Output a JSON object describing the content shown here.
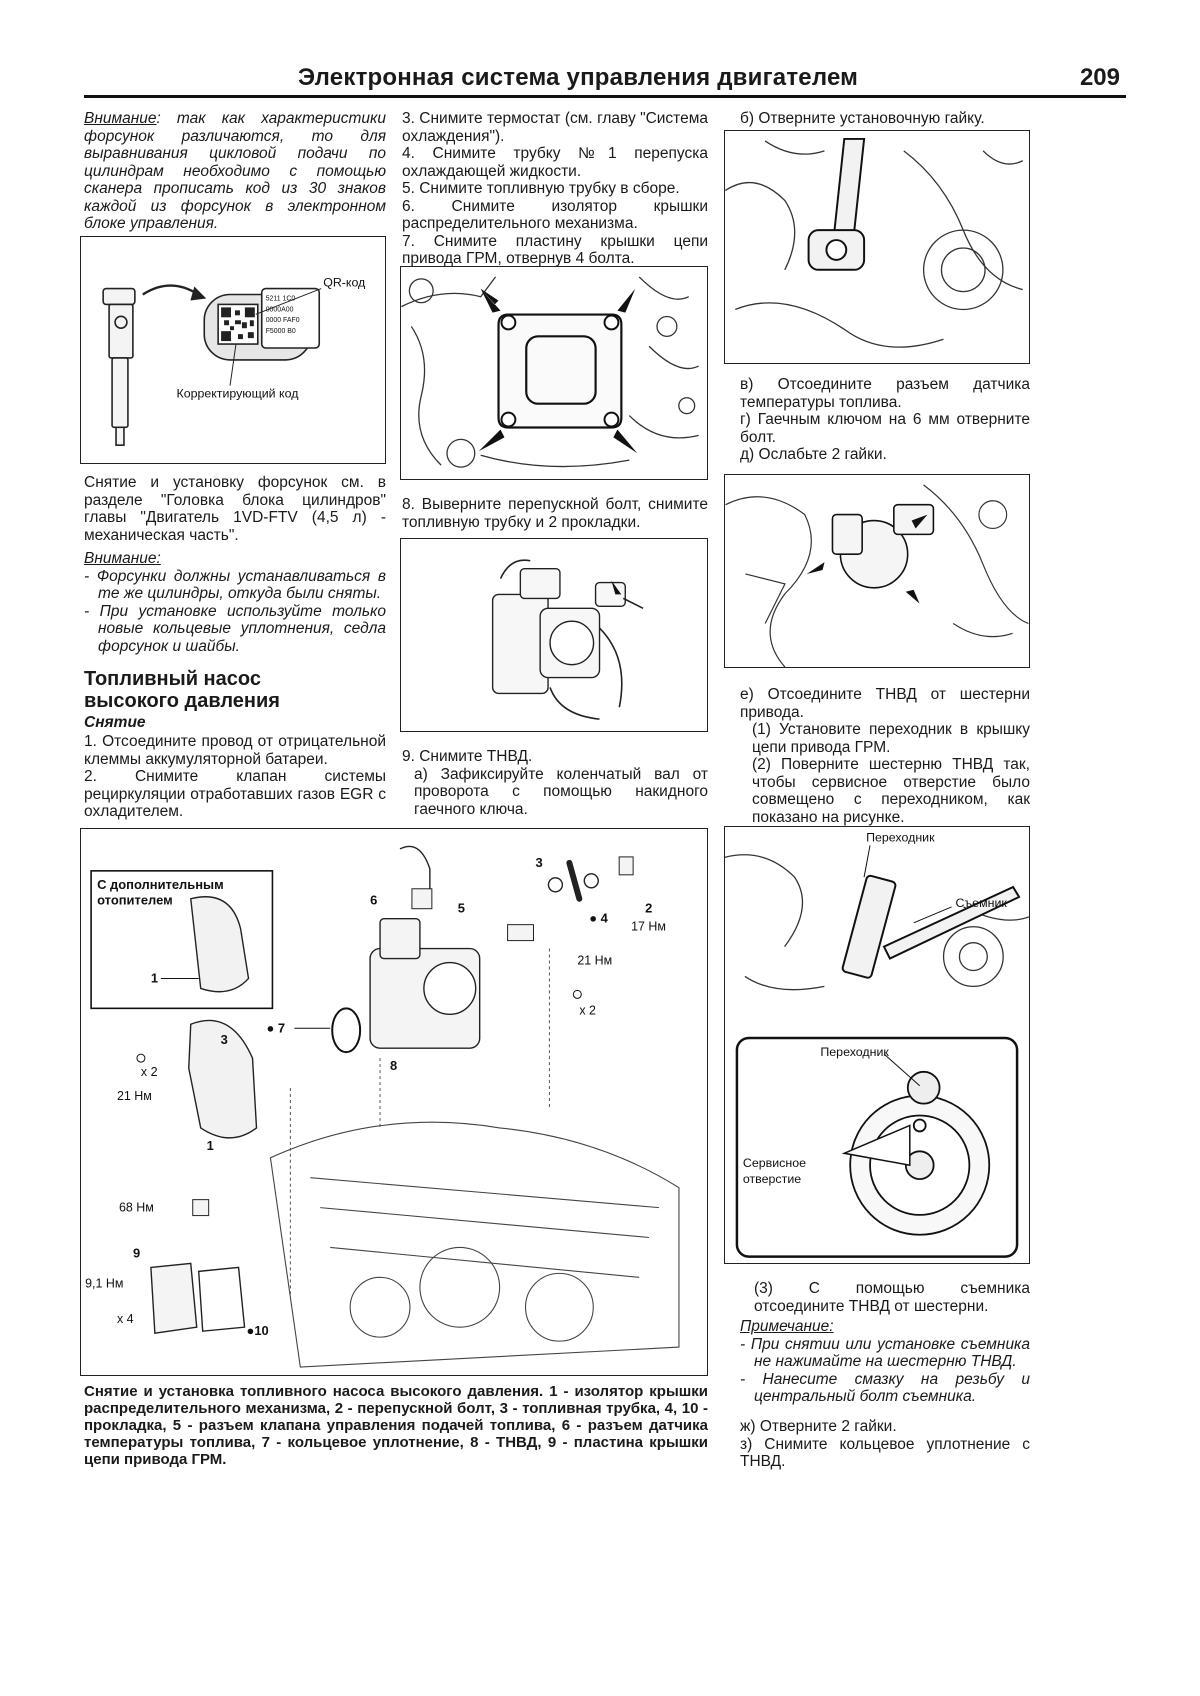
{
  "header": {
    "title": "Электронная система управления двигателем",
    "page_number": "209"
  },
  "col1": {
    "note_label": "Внимание",
    "note_text": ": так как характеристики форсунок различаются, то для выравнивания цикловой подачи по цилиндрам необходимо с помощью сканера прописать код из 30 знаков каждой из форсунок в электронном блоке управления.",
    "fig_qr": {
      "qr_label": "QR-код",
      "code_label": "Корректирующий код",
      "chip_lines": [
        "5211 1C0",
        "0000A00",
        "0000 FAF0",
        "F5000 B0"
      ]
    },
    "para1": "Снятие и установку форсунок см. в разделе \"Головка блока цилиндров\" главы \"Двигатель 1VD-FTV (4,5 л) - механическая часть\".",
    "note2_label": "Внимание",
    "note2_items": [
      "Форсунки должны устанавливаться в те же цилиндры, откуда были сняты.",
      "При установке используйте только новые кольцевые уплотнения, седла форсунок и шайбы."
    ],
    "section_title_1": "Топливный насос",
    "section_title_2": "высокого давления",
    "subsection": "Снятие",
    "steps": [
      "1. Отсоедините провод от отрицательной клеммы аккумуляторной батареи.",
      "2. Снимите клапан системы рециркуляции отработавших газов EGR с охладителем."
    ]
  },
  "col2": {
    "steps": [
      "3. Снимите термостат (см. главу \"Система охлаждения\").",
      "4. Снимите трубку №1 перепуска охлаждающей жидкости.",
      "5. Снимите топливную трубку в сборе.",
      "6. Снимите изолятор крышки распределительного механизма.",
      "7. Снимите пластину крышки цепи привода ГРМ, отвернув 4 болта."
    ],
    "step8": "8. Выверните перепускной болт, снимите топливную трубку и 2 прокладки.",
    "step9": "9. Снимите ТНВД.",
    "step9a": "а) Зафиксируйте коленчатый вал от проворота с помощью накидного гаечного ключа."
  },
  "col3": {
    "step_b": "б) Отверните установочную гайку.",
    "step_v": "в) Отсоедините разъем датчика температуры топлива.",
    "step_g": "г) Гаечным ключом на 6 мм отверните болт.",
    "step_d": "д) Ослабьте 2 гайки.",
    "step_e": "е) Отсоедините ТНВД от шестерни привода.",
    "step_e1": "(1) Установите переходник в крышку цепи привода ГРМ.",
    "step_e2": "(2) Поверните шестерню ТНВД так, чтобы сервисное отверстие было совмещено с переходником, как показано на рисунке.",
    "fig_labels": {
      "adapter_top": "Переходник",
      "puller": "Съемник",
      "adapter_inset": "Переходник",
      "service_hole": "Сервисное отверстие"
    },
    "step_e3": "(3) С помощью съемника отсоедините ТНВД от шестерни.",
    "note_label": "Примечание",
    "note_items": [
      "При снятии или установке съемника не нажимайте на шестерню ТНВД.",
      "Нанесите смазку на резьбу и центральный болт съемника."
    ],
    "step_zh": "ж) Отверните 2 гайки.",
    "step_z": "з) Снимите кольцевое уплотнение с ТНВД."
  },
  "big_figure": {
    "inset_title": "С дополнительным отопителем",
    "callouts": {
      "n1a": "1",
      "n1b": "1",
      "n3a": "3",
      "n3b": "3",
      "n4": "● 4",
      "n2": "2",
      "t17": "17 Нм",
      "n5": "5",
      "n6": "6",
      "t21a": "21 Нм",
      "x2a": "x 2",
      "n7": "● 7",
      "n8": "8",
      "x2b": "x 2",
      "t21b": "21 Нм",
      "t68": "68 Нм",
      "n9": "9",
      "t91": "9,1 Нм",
      "x4": "x 4",
      "n10": "●10"
    },
    "caption": "Снятие и установка топливного насоса высокого давления. 1 - изолятор крышки распределительного механизма, 2 - перепускной болт, 3 - топливная трубка, 4, 10 - прокладка, 5 - разъем клапана управления подачей топлива, 6 - разъем датчика температуры топлива, 7 - кольцевое уплотнение, 8 - ТНВД, 9 - пластина крышки цепи привода ГРМ."
  }
}
